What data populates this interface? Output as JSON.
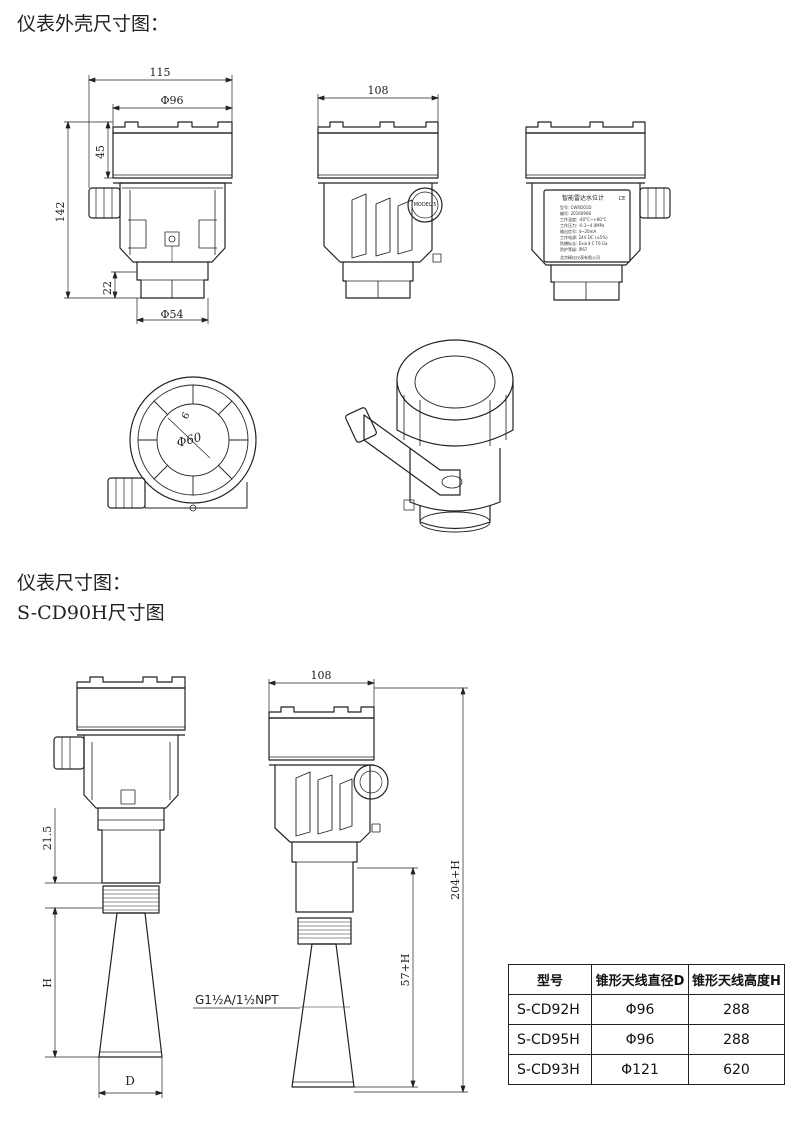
{
  "headings": {
    "housing": "仪表外壳尺寸图：",
    "instrument": "仪表尺寸图：",
    "model_drawing": "S-CD90H尺寸图"
  },
  "housing_dims": {
    "width": "115",
    "cap_dia": "Φ96",
    "height": "142",
    "cap_height": "45",
    "neck_height": "22",
    "bottom_dia": "Φ54",
    "side_width": "108",
    "top_radius": "6",
    "top_dia": "Φ60"
  },
  "nameplate": {
    "title": "智能雷达水位计",
    "mark": "CE",
    "lines": [
      "型号: CWRD01D",
      "编号: 20160908",
      "工作温度: -40°C~+80°C",
      "工作压力: -0.1~4.0MPa",
      "输出信号: 4~20mA",
      "工作电源: 24V DC (±5%)",
      "防爆标志: Exia Ⅱ C T6 Ga",
      "防护等级: IP67"
    ],
    "maker": "北京精仪仪表有限公司"
  },
  "window_label": "MODEL 5",
  "instrument_dims": {
    "width": "108",
    "flange_height": "21.5",
    "horn_height": "H",
    "horn_dia": "D",
    "thread": "G1½A/1½NPT",
    "total": "204+H",
    "lower": "57+H"
  },
  "table": {
    "headers": [
      "型号",
      "锥形天线直径D",
      "锥形天线高度H"
    ],
    "rows": [
      [
        "S-CD92H",
        "Φ96",
        "288"
      ],
      [
        "S-CD95H",
        "Φ96",
        "288"
      ],
      [
        "S-CD93H",
        "Φ121",
        "620"
      ]
    ]
  }
}
